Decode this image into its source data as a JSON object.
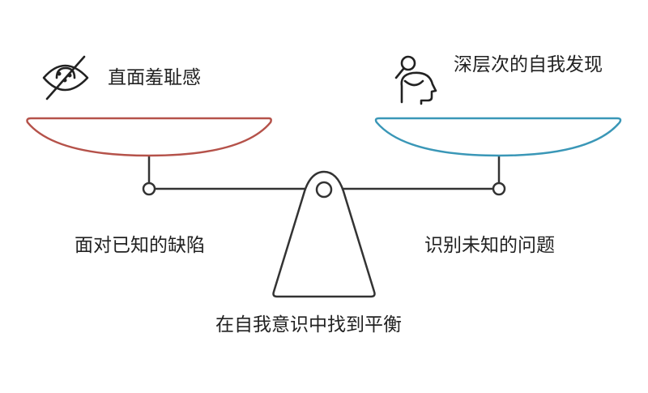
{
  "diagram": {
    "left_top": "直面羞耻感",
    "right_top": "深层次的自我发现",
    "left_bottom": "面对已知的缺陷",
    "right_bottom": "识别未知的问题",
    "center": "在自我意识中找到平衡"
  },
  "icons": {
    "left": "eye-slash-icon",
    "right": "person-head-icon"
  },
  "colors": {
    "left_pan": "#b5524a",
    "right_pan": "#3a97b7",
    "line": "#333333",
    "background": "#ffffff"
  }
}
